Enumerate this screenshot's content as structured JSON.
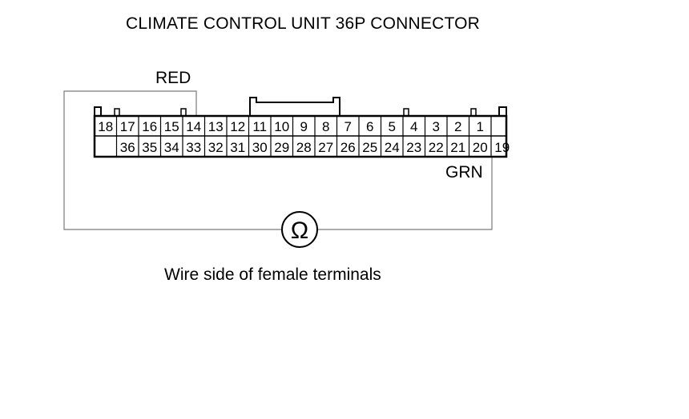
{
  "title": "CLIMATE CONTROL UNIT 36P CONNECTOR",
  "wire_labels": {
    "red": "RED",
    "grn": "GRN"
  },
  "caption": "Wire side of female terminals",
  "meter_symbol": "Ω",
  "connector": {
    "top_row": [
      "18",
      "17",
      "16",
      "15",
      "14",
      "13",
      "12",
      "11",
      "10",
      "9",
      "8",
      "7",
      "6",
      "5",
      "4",
      "3",
      "2",
      "1",
      ""
    ],
    "bottom_row": [
      "",
      "36",
      "35",
      "34",
      "33",
      "32",
      "31",
      "30",
      "29",
      "28",
      "27",
      "26",
      "25",
      "24",
      "23",
      "22",
      "21",
      "20",
      "19"
    ]
  },
  "probe_terminals": [
    "14",
    "19"
  ]
}
